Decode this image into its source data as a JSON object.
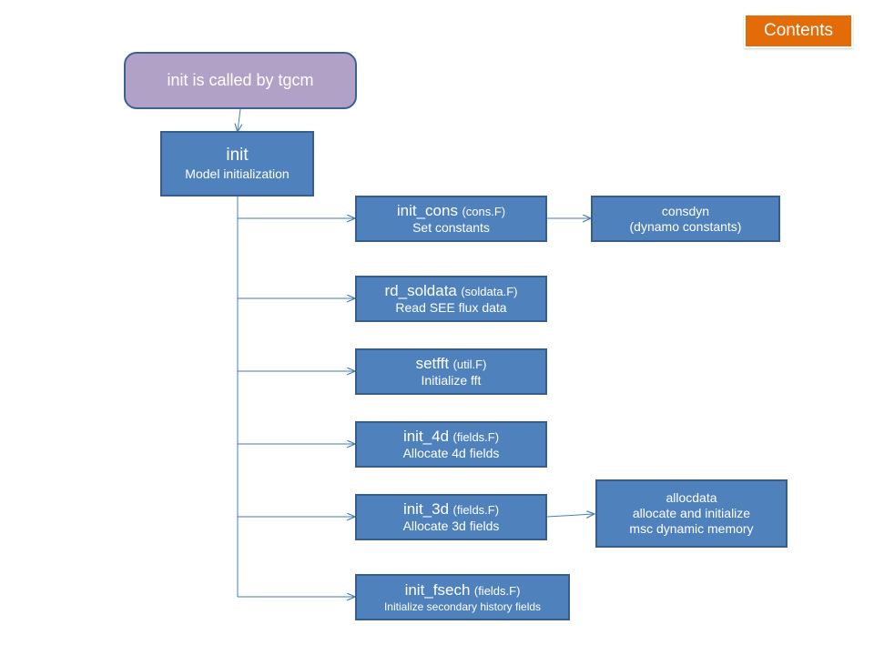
{
  "colors": {
    "box_fill": "#4f81bd",
    "box_border": "#385d8a",
    "caller_fill": "#b2a1c7",
    "contents_fill": "#e36c09",
    "connector": "#4a7ebb"
  },
  "contents_button": {
    "label": "Contents"
  },
  "caller": {
    "label": "init is called by tgcm"
  },
  "root": {
    "name": "init",
    "desc": "Model initialization"
  },
  "steps": [
    {
      "name": "init_cons",
      "file": "(cons.F)",
      "desc": "Set constants"
    },
    {
      "name": "rd_soldata",
      "file": "(soldata.F)",
      "desc": "Read SEE flux data"
    },
    {
      "name": "setfft",
      "file": "(util.F)",
      "desc": "Initialize fft"
    },
    {
      "name": "init_4d",
      "file": "(fields.F)",
      "desc": "Allocate 4d fields"
    },
    {
      "name": "init_3d",
      "file": "(fields.F)",
      "desc": "Allocate 3d fields"
    },
    {
      "name": "init_fsech",
      "file": "(fields.F)",
      "desc": "Initialize secondary history fields"
    }
  ],
  "subcalls": {
    "consdyn": {
      "line1": "consdyn",
      "line2": "(dynamo constants)"
    },
    "allocdata": {
      "line1": "allocdata",
      "line2": "allocate and initialize",
      "line3": "msc dynamic memory"
    }
  }
}
